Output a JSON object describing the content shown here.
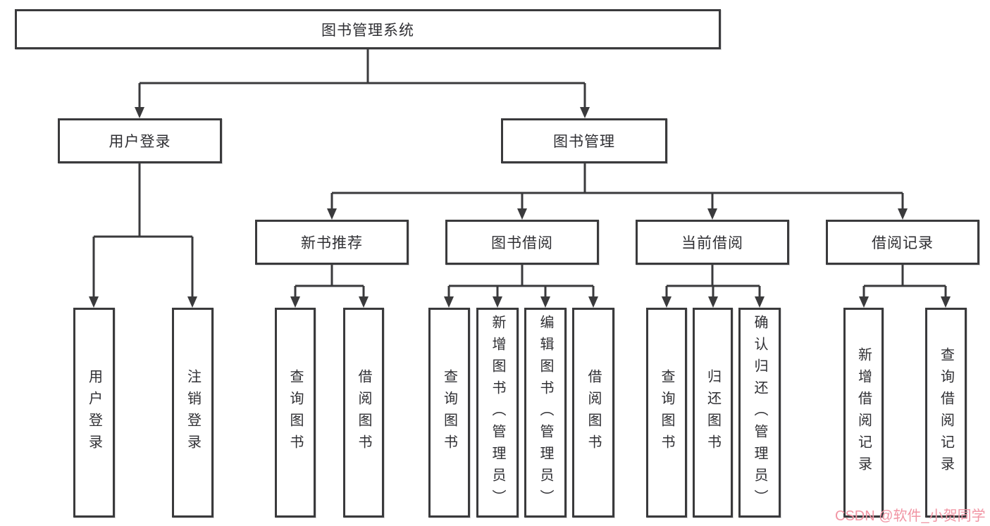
{
  "tree": {
    "root": {
      "label": "图书管理系统"
    },
    "branches": [
      {
        "label": "用户登录",
        "leaves": [
          {
            "label": "用户登录"
          },
          {
            "label": "注销登录"
          }
        ]
      },
      {
        "label": "图书管理",
        "groups": [
          {
            "label": "新书推荐",
            "leaves": [
              {
                "label": "查询图书"
              },
              {
                "label": "借阅图书"
              }
            ]
          },
          {
            "label": "图书借阅",
            "leaves": [
              {
                "label": "查询图书"
              },
              {
                "label": "新增图书（管理员）"
              },
              {
                "label": "编辑图书（管理员）"
              },
              {
                "label": "借阅图书"
              }
            ]
          },
          {
            "label": "当前借阅",
            "leaves": [
              {
                "label": "查询图书"
              },
              {
                "label": "归还图书"
              },
              {
                "label": "确认归还（管理员）"
              }
            ]
          },
          {
            "label": "借阅记录",
            "leaves": [
              {
                "label": "新增借阅记录"
              },
              {
                "label": "查询借阅记录"
              }
            ]
          }
        ]
      }
    ]
  },
  "watermark": {
    "text": "CSDN @软件_小贺同学"
  },
  "colors": {
    "line": "#3a3a3c",
    "text": "#2f2f33",
    "watermark": "#f195a4",
    "background": "#ffffff"
  }
}
